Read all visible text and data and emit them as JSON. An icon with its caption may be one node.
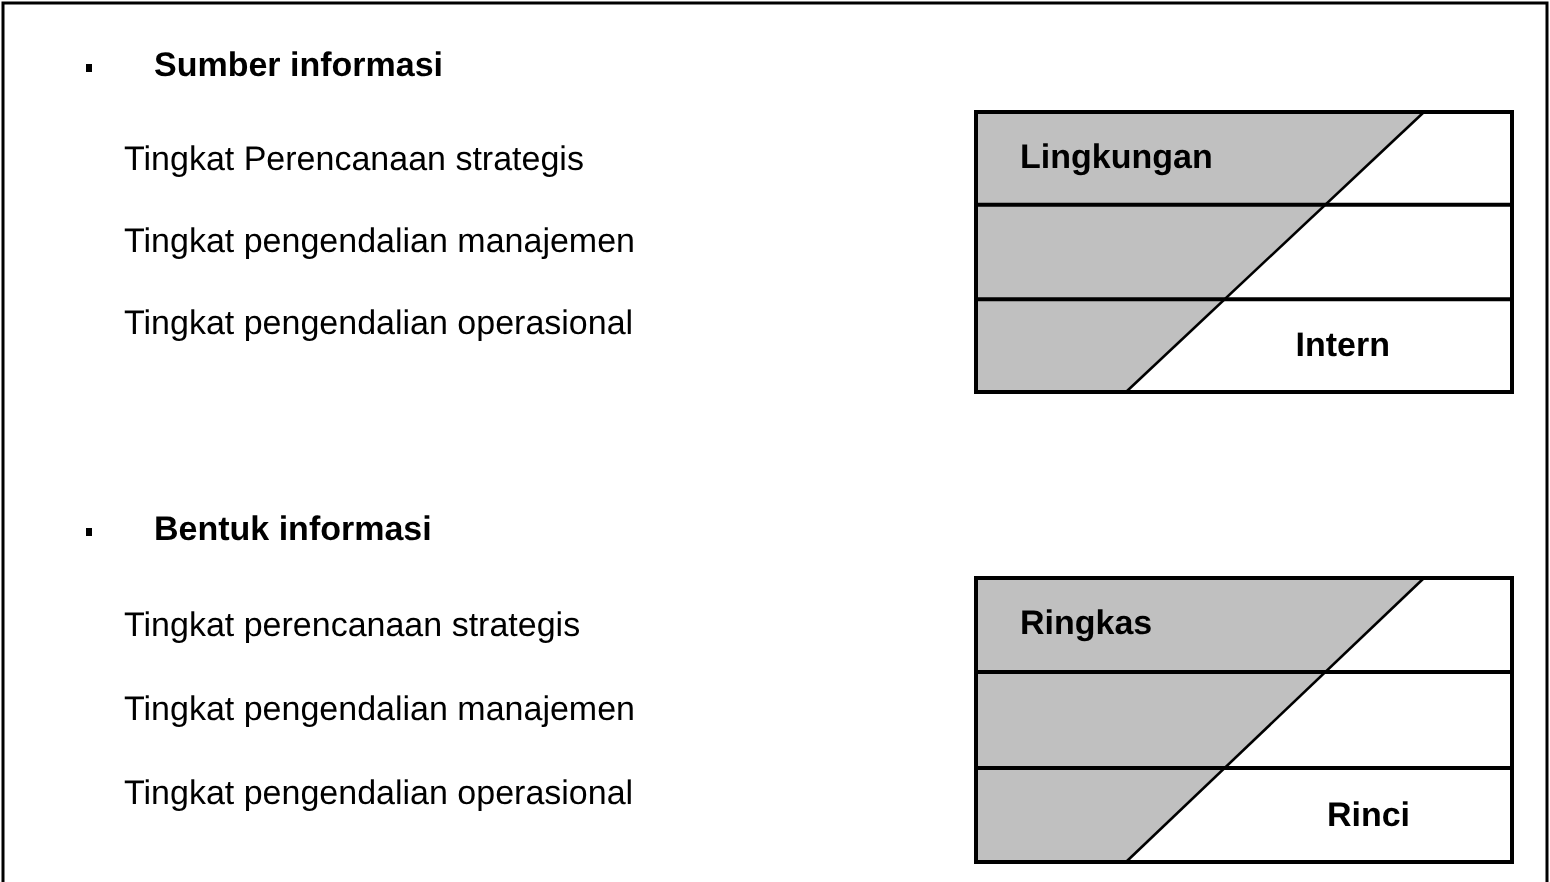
{
  "diagram": {
    "nodes": [
      {
        "text": [
          "Lingkungan",
          "Intern"
        ]
      },
      {
        "text": [
          "Ringkas",
          "Rinci"
        ]
      }
    ],
    "labels": [
      "Sumber informasi",
      "Tingkat Perencanaan strategis",
      "Tingkat pengendalian manajemen",
      "Tingkat pengendalian operasional",
      "Bentuk informasi",
      "Tingkat perencanaan strategis",
      "Tingkat pengendalian manajemen",
      "Tingkat pengendalian operasional"
    ]
  }
}
